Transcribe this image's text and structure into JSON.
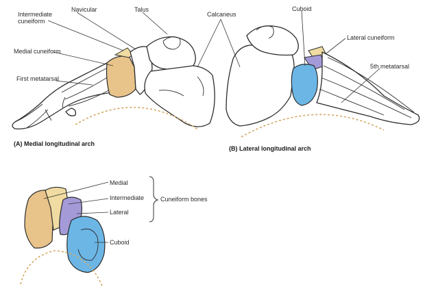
{
  "labels": {
    "intermediate_cuneiform": "Intermediate cuneiform",
    "navicular": "Navicular",
    "talus": "Talus",
    "calcaneus": "Calcaneus",
    "cuboid_top": "Cuboid",
    "lateral_cuneiform_top": "Lateral cuneiform",
    "medial_cuneiform": "Medial cuneiform",
    "first_metatarsal": "First metatarsal",
    "fifth_metatarsal": "5th metatarsal",
    "medial": "Medial",
    "intermediate": "Intermediate",
    "lateral": "Lateral",
    "cuboid_bottom": "Cuboid",
    "cuneiform_bones": "Cuneiform bones"
  },
  "captions": {
    "a": "(A) Medial longitudinal arch",
    "b": "(B) Lateral longitudinal arch"
  },
  "colors": {
    "medial_cuneiform": "#e8c38a",
    "intermediate_cuneiform": "#f0dca2",
    "lateral_cuneiform": "#a49ad8",
    "cuboid": "#6cb6e6",
    "arch_line": "#d4a860"
  }
}
